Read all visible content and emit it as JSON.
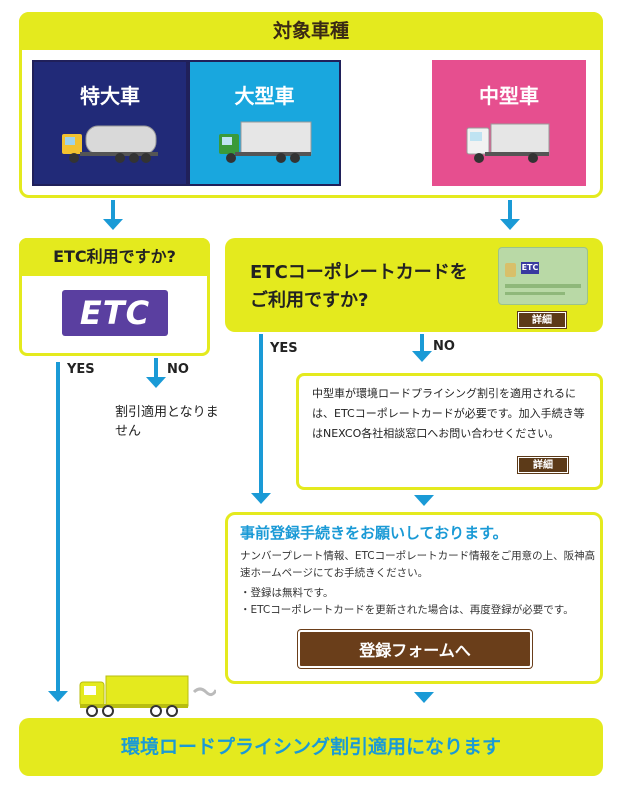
{
  "vehicle_panel": {
    "title": "対象車種",
    "vehicles": [
      {
        "label": "特大車",
        "color": "#212a78"
      },
      {
        "label": "大型車",
        "color": "#19a7de"
      },
      {
        "label": "中型車",
        "color": "#e64f8f"
      }
    ]
  },
  "etc_question": {
    "title": "ETC利用ですか?",
    "logo_text": "ETC",
    "yes": "YES",
    "no": "NO",
    "no_result": "割引適用となりません"
  },
  "card_question": {
    "line1": "ETCコーポレートカードを",
    "line2": "ご利用ですか?",
    "detail_button": "詳細",
    "card_label": "ETC",
    "yes": "YES",
    "no": "NO"
  },
  "notice": {
    "text": "中型車が環境ロードプライシング割引を適用されるには、ETCコーポレートカードが必要です。加入手続き等はNEXCO各社相談窓口へお問い合わせください。",
    "detail_button": "詳細"
  },
  "registration": {
    "title": "事前登録手続きをお願いしております。",
    "description": "ナンバープレート情報、ETCコーポレートカード情報をご用意の上、阪神高速ホームページにてお手続きください。",
    "bullet1": "・登録は無料です。",
    "bullet2": "・ETCコーポレートカードを更新された場合は、再度登録が必要です。",
    "button": "登録フォームへ"
  },
  "result": {
    "text": "環境ロードプライシング割引適用になります"
  },
  "colors": {
    "accent_yellow": "#e4ea1e",
    "arrow_blue": "#1a9ad6",
    "button_brown": "#6a3e1a"
  }
}
